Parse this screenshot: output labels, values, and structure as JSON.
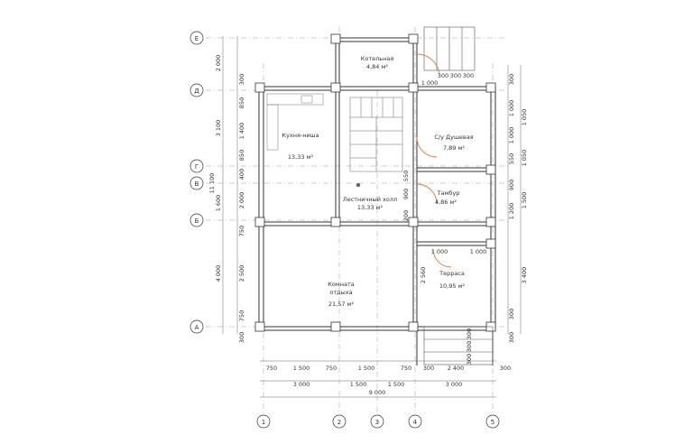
{
  "rooms": {
    "boiler": {
      "name": "Котельная",
      "area": "4,84 м²"
    },
    "kitchen": {
      "name": "Кухня-ниша",
      "area": "13,33 м²"
    },
    "shower": {
      "name": "С/у Душевая",
      "area": "7,89 м²"
    },
    "tambour": {
      "name": "Тамбур",
      "area": "4,86 м²"
    },
    "stair_hall": {
      "name": "Лестничный холл",
      "area": "13,33 м²"
    },
    "living": {
      "name_line1": "Комната",
      "name_line2": "отдыха",
      "area": "21,57 м²"
    },
    "terrace": {
      "name": "Терраса",
      "area": "10,95 м²"
    }
  },
  "axes": {
    "rows": [
      "Е",
      "Д",
      "Г",
      "В",
      "Б",
      "А"
    ],
    "cols": [
      "1",
      "2",
      "3",
      "4",
      "5"
    ]
  },
  "dims": {
    "bottom_row1": [
      "750",
      "1 500",
      "750",
      "1 500",
      "750",
      "300",
      "2 400",
      "300"
    ],
    "bottom_row2": [
      "3 000",
      "1 500",
      "1 500",
      "3 000"
    ],
    "bottom_total": "9 000",
    "left_outer": [
      "2 000",
      "3 100",
      "1 600",
      "4 000"
    ],
    "left_inner": [
      "300",
      "850",
      "1 400",
      "850",
      "400",
      "2 000",
      "750",
      "2 500",
      "750",
      "300"
    ],
    "left_total": "11 100",
    "right_outer": [
      "1 050",
      "1 050",
      "1 500",
      "3 400"
    ],
    "right_inner": [
      "300",
      "1 000",
      "1 000",
      "550",
      "900",
      "1 200",
      "300",
      "300"
    ],
    "stairs_top": [
      "300",
      "300",
      "300"
    ],
    "stairs_top_base": "1 000",
    "terrace_top": [
      "1 000",
      "1 000"
    ],
    "terrace_left": "2 560",
    "tambour_left": [
      "550",
      "900",
      "200"
    ],
    "steps_right": [
      "300",
      "300",
      "300"
    ]
  }
}
